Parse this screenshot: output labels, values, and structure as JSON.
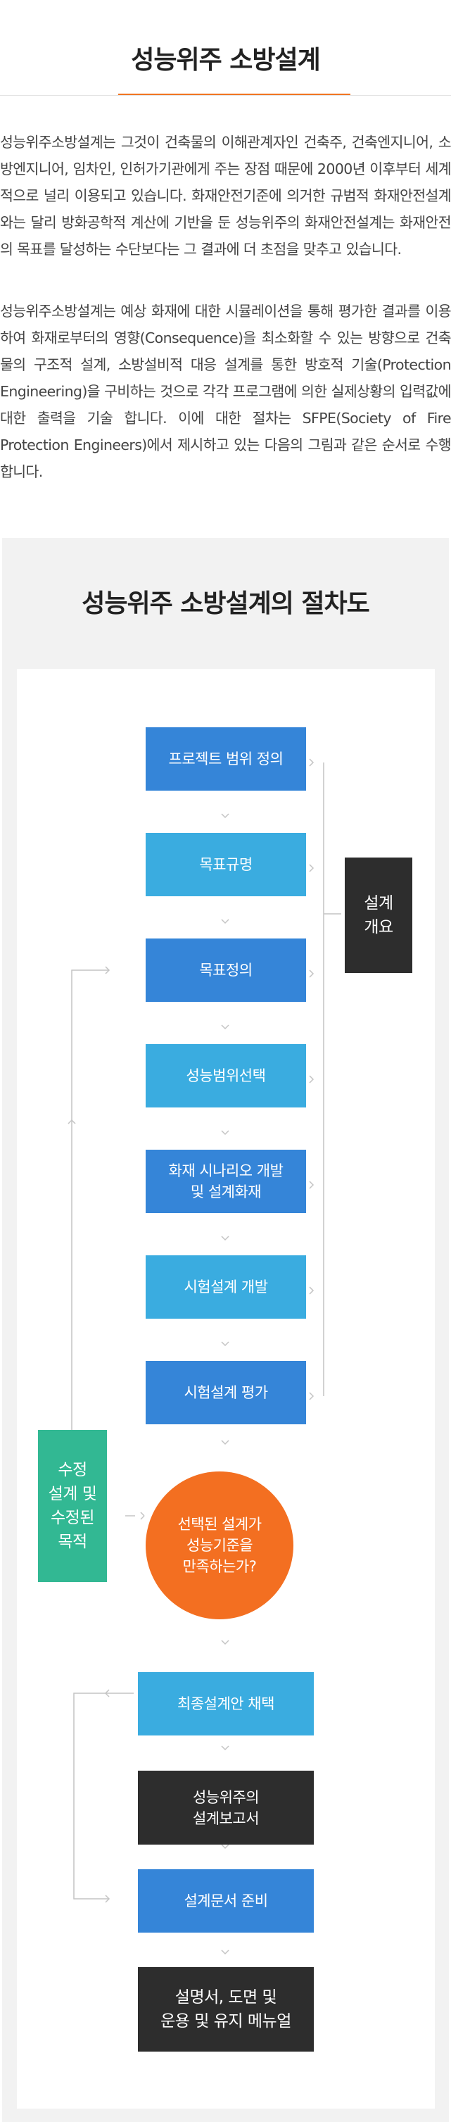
{
  "title": "성능위주 소방설계",
  "intro": [
    "성능위주소방설계는 그것이 건축물의 이해관계자인 건축주, 건축엔지니어, 소방엔지니어, 임차인, 인허가기관에게 주는 장점 때문에 2000년 이후부터 세계적으로 널리 이용되고 있습니다. 화재안전기준에 의거한 규범적 화재안전설계와는 달리 방화공학적 계산에 기반을 둔 성능위주의 화재안전설계는 화재안전의 목표를 달성하는 수단보다는 그 결과에 더 초점을 맞추고 있습니다.",
    "성능위주소방설계는 예상 화재에 대한 시뮬레이션을 통해 평가한 결과를 이용하여 화재로부터의 영향(Consequence)을 최소화할 수 있는 방향으로 건축물의 구조적 설계, 소방설비적 대응 설계를 통한 방호적 기술(Protection Engineering)을 구비하는 것으로 각각 프로그램에 의한 실제상황의 입력값에 대한 출력을 기술 합니다. 이에 대한 절차는 SFPE(Society of Fire Protection Engineers)에서 제시하고 있는 다음의 그림과 같은 순서로 수행합니다."
  ],
  "flow": {
    "title": "성능위주 소방설계의 절차도",
    "steps": {
      "scope": "프로젝트 범위 정의",
      "goal_spec": "목표규명",
      "goal_def": "목표정의",
      "perf_select": "성능범위선택",
      "scenario": "화재 시나리오 개발\n및 설계화재",
      "trial_dev": "시험설계 개발",
      "trial_eval": "시험설계 평가",
      "decision": "선택된 설계가\n성능기준을\n만족하는가?",
      "final": "최종설계안 채택",
      "report": "성능위주의\n설계보고서",
      "docs": "설계문서 준비",
      "manual": "설명서, 도면 및\n운용 및 유지 메뉴얼"
    },
    "overview": "설계\n개요",
    "revise": "수정\n설계 및\n수정된\n목적",
    "colors": {
      "blue": "#3585d8",
      "sky": "#3aace0",
      "dark": "#2d2d2d",
      "green": "#32b893",
      "orange": "#f36f21",
      "line": "#bbbbbb",
      "accent": "#f07522"
    }
  }
}
